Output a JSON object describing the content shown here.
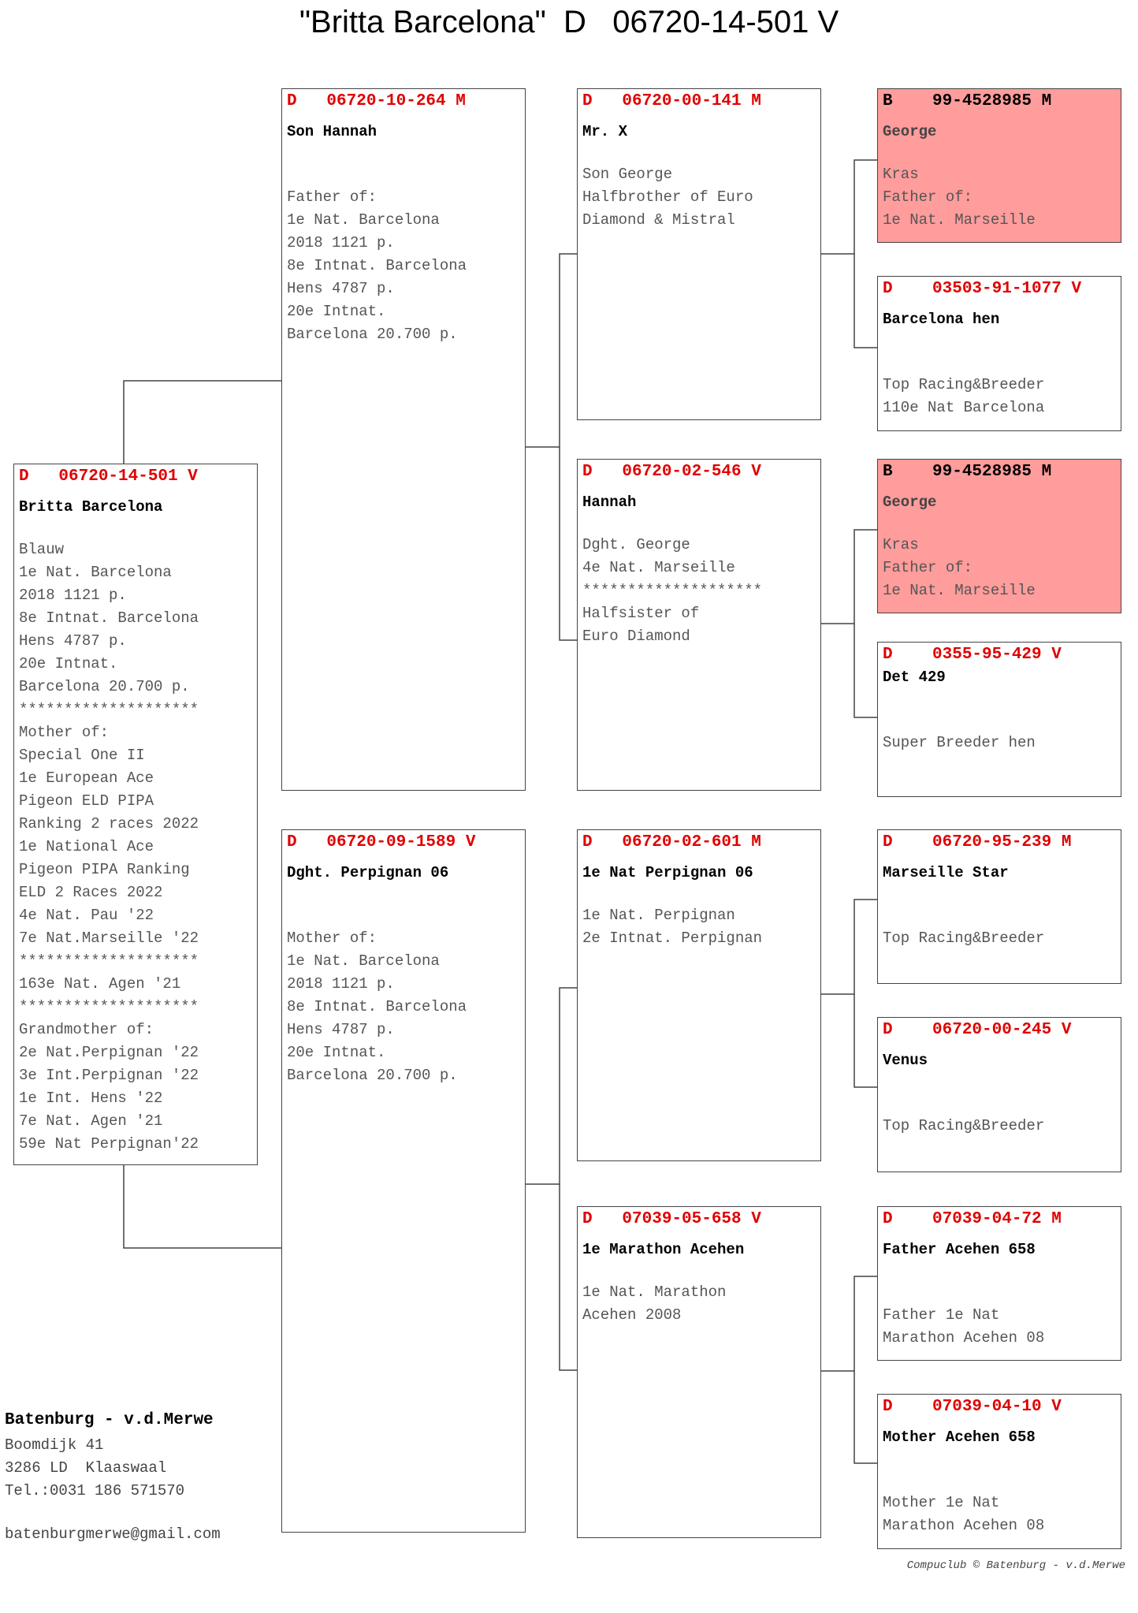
{
  "title": "\"Britta Barcelona\"  D   06720-14-501 V",
  "boxes": {
    "subject": {
      "ring": "D   06720-14-501 V",
      "name": "Britta Barcelona",
      "lines": [
        "Blauw",
        "1e Nat. Barcelona",
        "2018 1121 p.",
        "8e Intnat. Barcelona",
        "Hens 4787 p.",
        "20e Intnat.",
        "Barcelona 20.700 p.",
        "********************",
        "Mother of:",
        "Special One II",
        "1e European Ace",
        "Pigeon ELD PIPA",
        "Ranking 2 races 2022",
        "1e National Ace",
        "Pigeon PIPA Ranking",
        "ELD 2 Races 2022",
        "4e Nat. Pau '22",
        "7e Nat.Marseille '22",
        "********************",
        "163e Nat. Agen '21",
        "********************",
        "Grandmother of:",
        "2e Nat.Perpignan '22",
        "3e Int.Perpignan '22",
        "1e Int. Hens '22",
        "7e Nat. Agen '21",
        "59e Nat Perpignan'22"
      ]
    },
    "father": {
      "ring": "D   06720-10-264 M",
      "name": "Son Hannah",
      "lines": [
        "Father of:",
        "1e Nat. Barcelona",
        "2018 1121 p.",
        "8e Intnat. Barcelona",
        "Hens 4787 p.",
        "20e Intnat.",
        "Barcelona 20.700 p."
      ]
    },
    "mother": {
      "ring": "D   06720-09-1589 V",
      "name": "Dght. Perpignan 06",
      "lines": [
        "Mother of:",
        "1e Nat. Barcelona",
        "2018 1121 p.",
        "8e Intnat. Barcelona",
        "Hens 4787 p.",
        "20e Intnat.",
        "Barcelona 20.700 p."
      ]
    },
    "ff": {
      "ring": "D   06720-00-141 M",
      "name": "Mr. X",
      "lines": [
        "Son George",
        "Halfbrother of Euro",
        "Diamond & Mistral"
      ]
    },
    "fm": {
      "ring": "D   06720-02-546 V",
      "name": "Hannah",
      "lines": [
        "Dght. George",
        "4e Nat. Marseille",
        "********************",
        "Halfsister of",
        "Euro Diamond"
      ]
    },
    "mf": {
      "ring": "D   06720-02-601 M",
      "name": "1e Nat Perpignan 06",
      "lines": [
        "1e Nat. Perpignan",
        "2e Intnat. Perpignan"
      ]
    },
    "mm": {
      "ring": "D   07039-05-658 V",
      "name": "1e Marathon Acehen",
      "lines": [
        "1e Nat. Marathon",
        "Acehen 2008"
      ]
    },
    "fff": {
      "ring": "B    99-4528985 M",
      "name": "George",
      "lines": [
        "Kras",
        "Father of:",
        "1e Nat. Marseille"
      ]
    },
    "ffm": {
      "ring": "D    03503-91-1077 V",
      "name": "Barcelona hen",
      "lines": [
        "Top Racing&Breeder",
        "110e Nat Barcelona"
      ]
    },
    "fmf": {
      "ring": "B    99-4528985 M",
      "name": "George",
      "lines": [
        "Kras",
        "Father of:",
        "1e Nat. Marseille"
      ]
    },
    "fmm": {
      "ring": "D    0355-95-429 V",
      "name": "Det 429",
      "lines": [
        "Super Breeder hen"
      ]
    },
    "mff": {
      "ring": "D    06720-95-239 M",
      "name": "Marseille Star",
      "lines": [
        "Top Racing&Breeder"
      ]
    },
    "mfm": {
      "ring": "D    06720-00-245 V",
      "name": "Venus",
      "lines": [
        "Top Racing&Breeder"
      ]
    },
    "mmf": {
      "ring": "D    07039-04-72 M",
      "name": "Father Acehen 658",
      "lines": [
        "Father 1e Nat",
        "Marathon Acehen 08"
      ]
    },
    "mmm": {
      "ring": "D    07039-04-10 V",
      "name": "Mother Acehen 658",
      "lines": [
        "Mother 1e Nat",
        "Marathon Acehen 08"
      ]
    }
  },
  "owner": {
    "name": "Batenburg - v.d.Merwe",
    "lines": [
      "Boomdijk 41",
      "3286 LD  Klaaswaal",
      "Tel.:0031 186 571570"
    ],
    "email": "batenburgmerwe@gmail.com"
  },
  "credit": "Compuclub © Batenburg - v.d.Merwe",
  "colors": {
    "ring": "#e00000",
    "highlight": "#ff9c9c"
  }
}
